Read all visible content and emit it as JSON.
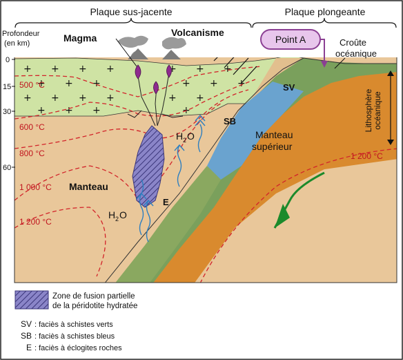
{
  "header": {
    "left_plate": "Plaque sus-jacente",
    "right_plate": "Plaque plongeante"
  },
  "axis": {
    "title_line1": "Profondeur",
    "title_line2": "(en km)",
    "ticks": [
      "0",
      "15",
      "30",
      "60"
    ]
  },
  "labels": {
    "magma": "Magma",
    "volcanism": "Volcanisme",
    "point_a": "Point A",
    "oceanic_crust_line1": "Croûte",
    "oceanic_crust_line2": "océanique",
    "lithosphere_line1": "Lithosphère",
    "lithosphere_line2": "océanique",
    "upper_mantle_line1": "Manteau",
    "upper_mantle_line2": "supérieur",
    "mantle": "Manteau",
    "sv": "SV",
    "sb": "SB",
    "e": "E",
    "h2o_upper": "H",
    "h2o_lower": "H",
    "h2o_sub": "2",
    "h2o_o": "O"
  },
  "temperatures": {
    "t500": "500 °C",
    "t600": "600 °C",
    "t800": "800 °C",
    "t1000": "1 000 °C",
    "t1200_left": "1 200 °C",
    "t1200_right": "1 200 °C"
  },
  "legend": {
    "zone_line1": "Zone de fusion partielle",
    "zone_line2": "de la péridotite hydratée",
    "sv_abbr": "SV",
    "sv_desc": ": faciès à schistes verts",
    "sb_abbr": "SB",
    "sb_desc": ": faciès à schistes bleus",
    "e_abbr": "E",
    "e_desc": ": faciès à éclogites roches"
  },
  "colors": {
    "mantle": "#e9c79a",
    "crust": "#cfe3a4",
    "slab_mantle": "#d98a2e",
    "slab_crust_green": "#7aa05c",
    "blueschist": "#6aa3cf",
    "eclogite": "#8aa860",
    "isotherm": "#d2232a",
    "arrow": "#1b8a2b",
    "point_a_fill": "#e8c6ec",
    "point_a_stroke": "#8b3f93",
    "zone_fill": "#8a85c8"
  }
}
